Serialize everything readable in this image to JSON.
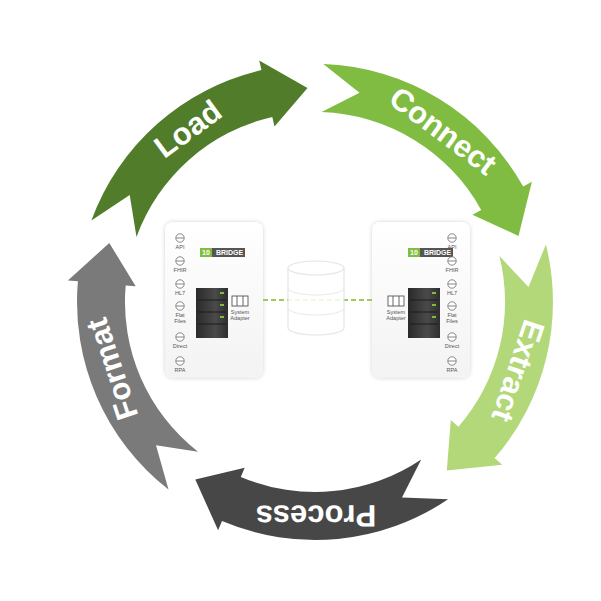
{
  "diagram": {
    "nodes": [
      {
        "text": [
          "Connect"
        ]
      },
      {
        "text": [
          "Extract"
        ]
      },
      {
        "text": [
          "Process"
        ]
      },
      {
        "text": [
          "Format"
        ]
      },
      {
        "text": [
          "Load"
        ]
      },
      {
        "text": [
          "10",
          "BRIDGE",
          "API",
          "FHIR",
          "HL7",
          "Flat Files",
          "Direct",
          "RPA",
          "System Adapter"
        ]
      },
      {
        "text": [
          "10",
          "BRIDGE",
          "API",
          "FHIR",
          "HL7",
          "Flat Files",
          "Direct",
          "RPA",
          "System Adapter"
        ]
      }
    ]
  }
}
